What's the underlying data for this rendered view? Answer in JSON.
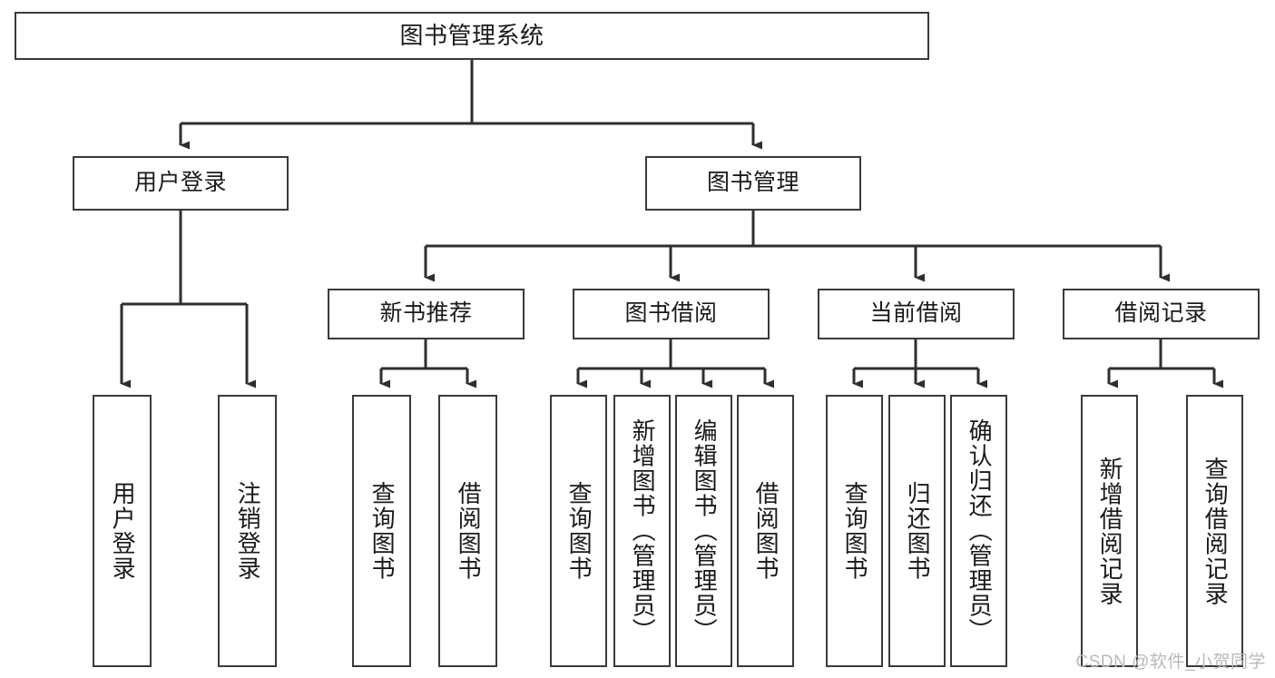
{
  "diagram": {
    "title": "图书管理系统",
    "type": "功能结构图",
    "watermark": "CSDN @软件_小贺同学",
    "colors": {
      "box_border": "#3a3a3a",
      "box_fill": "#ffffff",
      "connector": "#2e2e2e",
      "text": "#1a1a1a",
      "watermark": "#b9b9b9",
      "background": "#ffffff"
    },
    "nodes": {
      "root": {
        "label": "图书管理系统"
      },
      "level2": [
        {
          "id": "user-login",
          "label": "用户登录"
        },
        {
          "id": "book-manage",
          "label": "图书管理"
        }
      ],
      "level3": [
        {
          "id": "new-book-recommend",
          "label": "新书推荐"
        },
        {
          "id": "book-borrow",
          "label": "图书借阅"
        },
        {
          "id": "current-borrow",
          "label": "当前借阅"
        },
        {
          "id": "borrow-record",
          "label": "借阅记录"
        }
      ],
      "leaves": {
        "user_login": [
          {
            "id": "leaf-user-login",
            "label": "用户登录"
          },
          {
            "id": "leaf-logout-login",
            "label": "注销登录"
          }
        ],
        "new_book_recommend": [
          {
            "id": "leaf-query-book-1",
            "label": "查询图书"
          },
          {
            "id": "leaf-borrow-book-1",
            "label": "借阅图书"
          }
        ],
        "book_borrow": [
          {
            "id": "leaf-query-book-2",
            "label": "查询图书"
          },
          {
            "id": "leaf-add-book",
            "label": "新增图书（管理员）"
          },
          {
            "id": "leaf-edit-book",
            "label": "编辑图书（管理员）"
          },
          {
            "id": "leaf-borrow-book-2",
            "label": "借阅图书"
          }
        ],
        "current_borrow": [
          {
            "id": "leaf-query-book-3",
            "label": "查询图书"
          },
          {
            "id": "leaf-return-book",
            "label": "归还图书"
          },
          {
            "id": "leaf-confirm-return",
            "label": "确认归还（管理员）"
          }
        ],
        "borrow_record": [
          {
            "id": "leaf-add-record",
            "label": "新增借阅记录"
          },
          {
            "id": "leaf-query-record",
            "label": "查询借阅记录"
          }
        ]
      }
    }
  }
}
